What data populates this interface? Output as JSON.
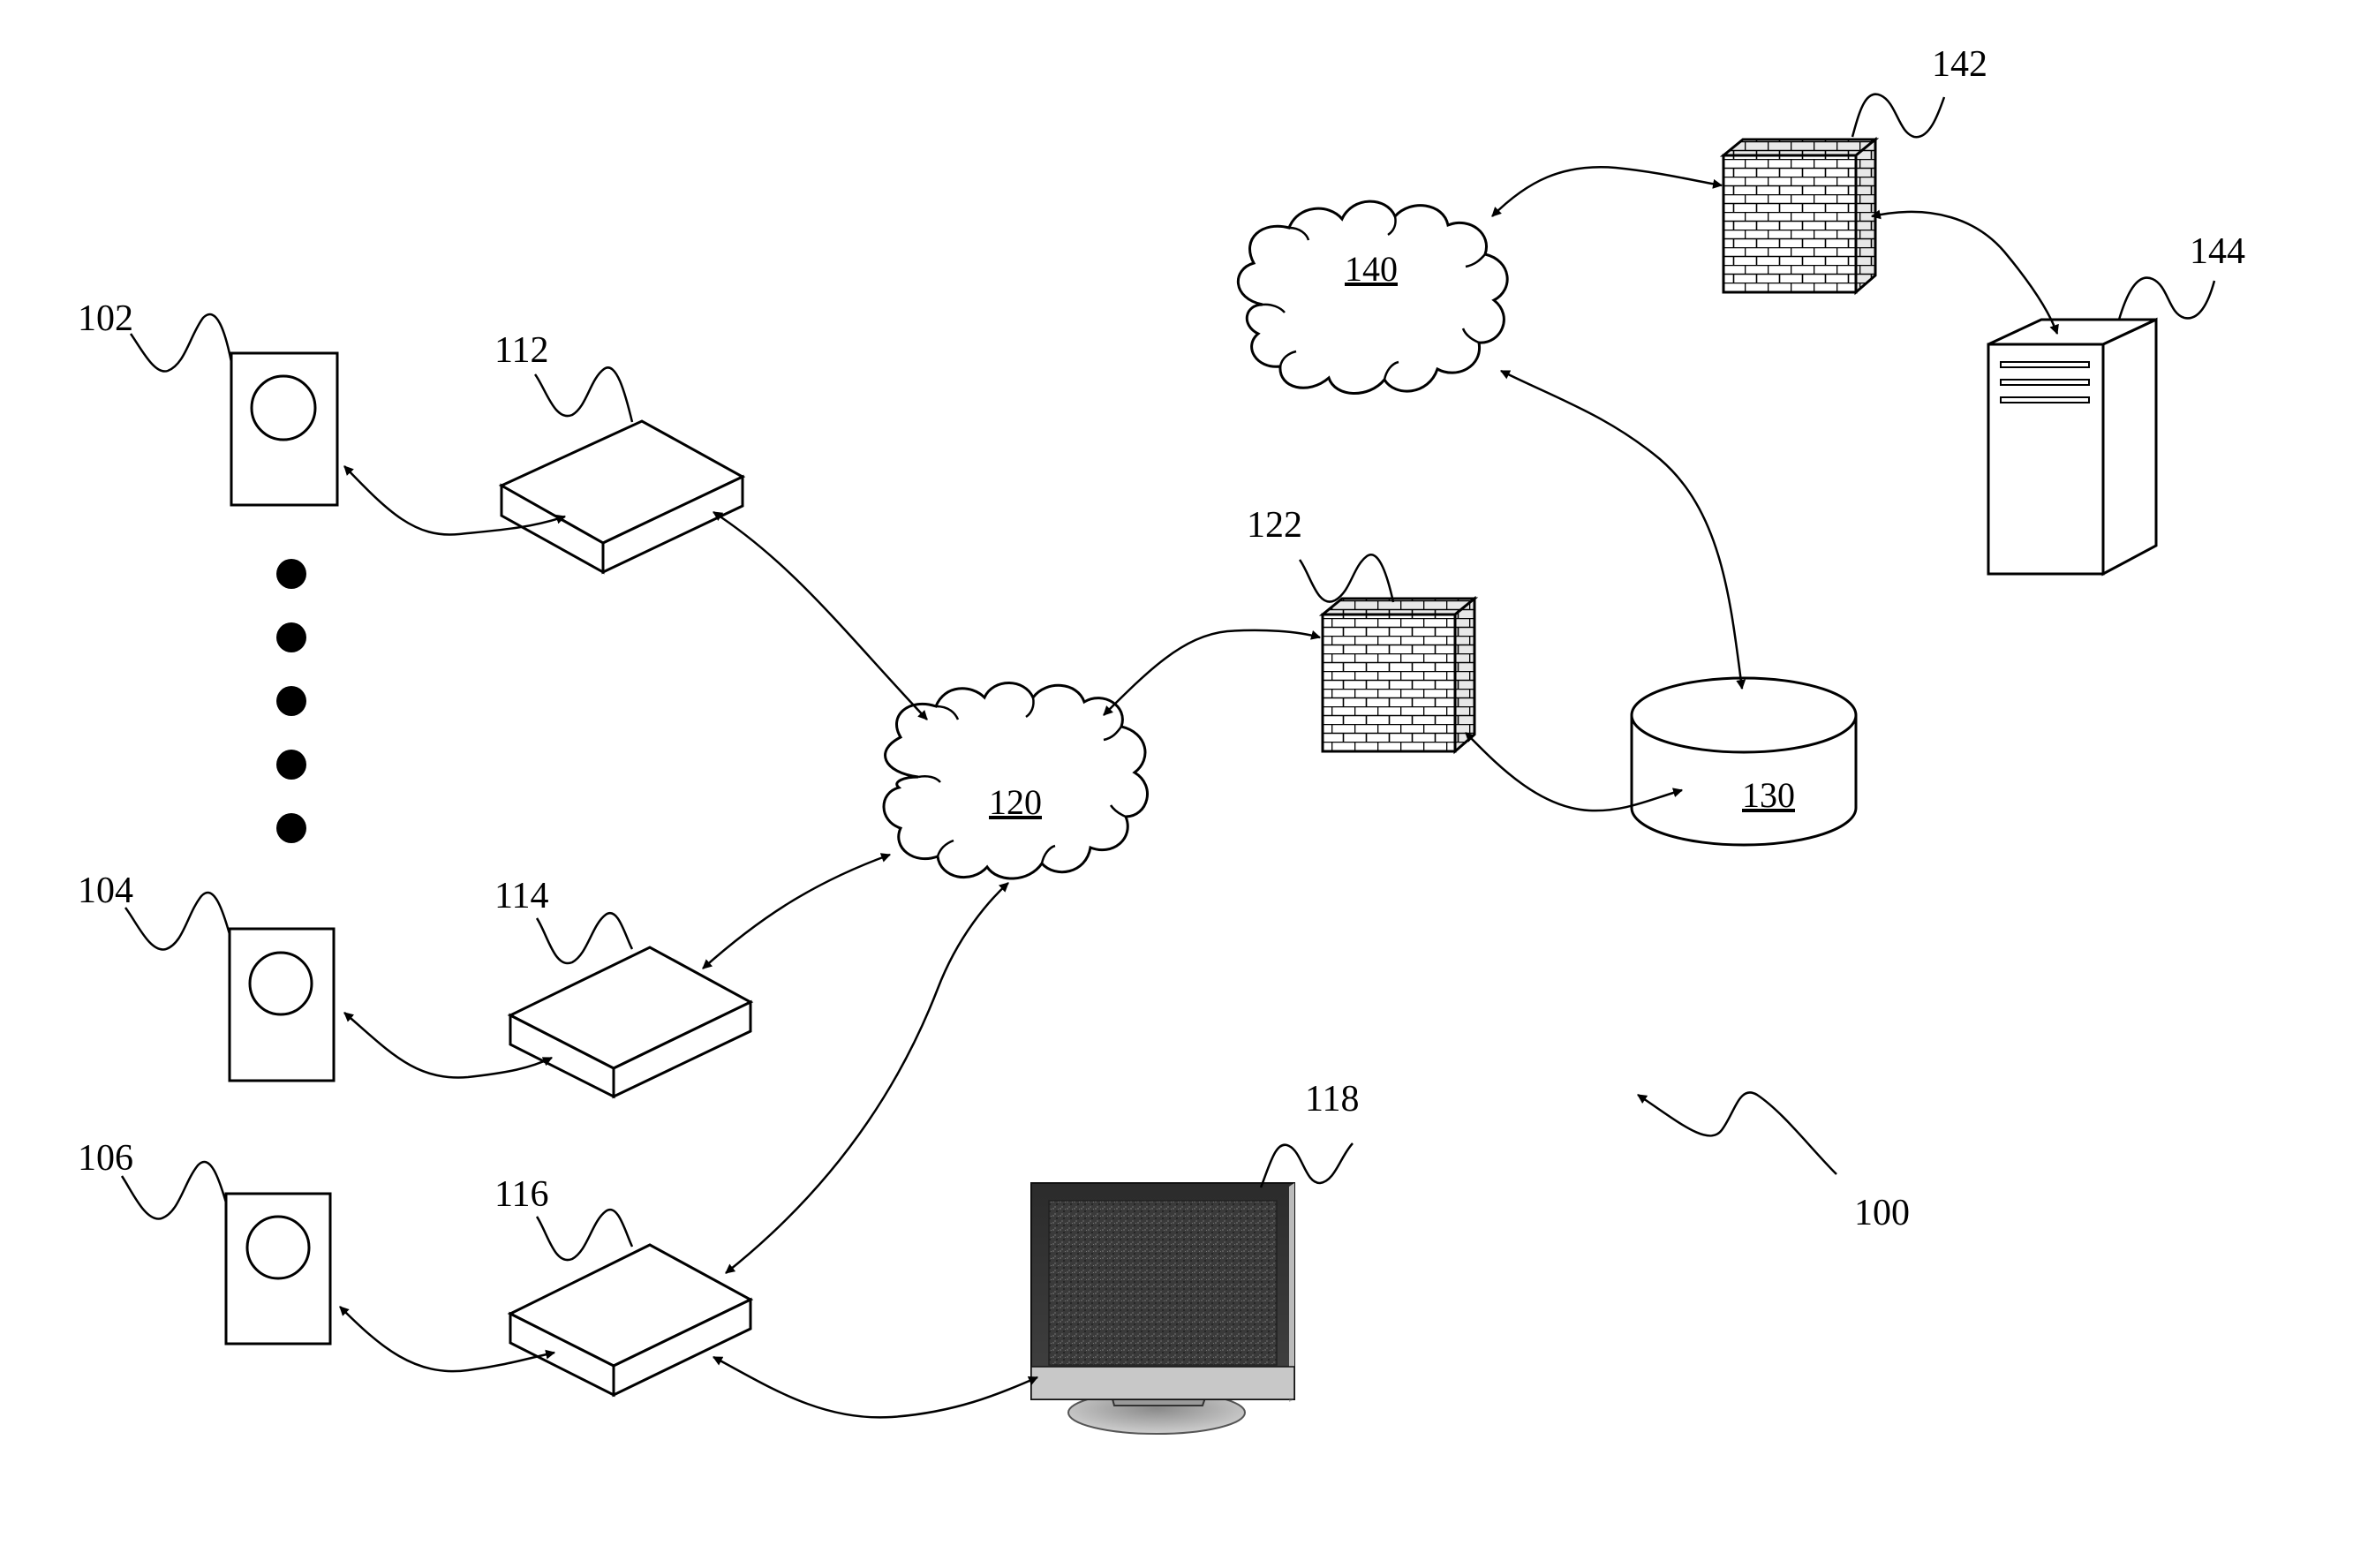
{
  "diagram": {
    "reference_numerals": {
      "system": "100",
      "device_1": "102",
      "device_2": "104",
      "device_3": "106",
      "box_1": "112",
      "box_2": "114",
      "box_3": "116",
      "television": "118",
      "firewall_1": "122",
      "firewall_2": "142",
      "server": "144"
    },
    "node_labels": {
      "network_1": "120",
      "database": "130",
      "network_2": "140"
    },
    "ellipsis_dot_count": 5,
    "colors": {
      "stroke": "#000000",
      "background": "#ffffff"
    }
  }
}
